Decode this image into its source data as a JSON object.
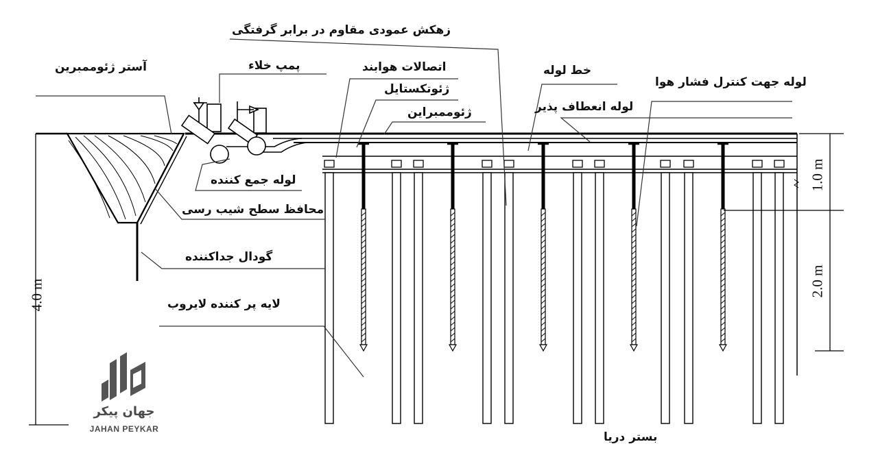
{
  "labels": {
    "vertical_drain": "زهکش عمودی مقاوم در برابر گرفتگی",
    "geomembrane_liner": "آستر ژئوممبرین",
    "vacuum_pump": "پمپ خلاء",
    "airtight_fittings": "اتصالات هوابند",
    "pipe_line": "خط لوله",
    "geotextile": "ژئوتکستایل",
    "air_pressure_pipe": "لوله جهت کنترل فشار هوا",
    "geomembrane": "ژئوممبراین",
    "flexible_pipe": "لوله انعطاف پذیر",
    "collector_pipe": "لوله جمع کننده",
    "slope_protector": "محافظ سطح شیب رسی",
    "separating_trench": "گودال جداکننده",
    "filler_layer": "لایه پر کننده لایروب",
    "seabed": "بستر دریا"
  },
  "dimensions": {
    "total_depth": "4.0 m",
    "upper_zone": "1.0 m",
    "lower_zone": "2.0 m"
  },
  "logo": {
    "name_fa": "جهان پیکر",
    "name_en": "JAHAN PEYKAR"
  }
}
